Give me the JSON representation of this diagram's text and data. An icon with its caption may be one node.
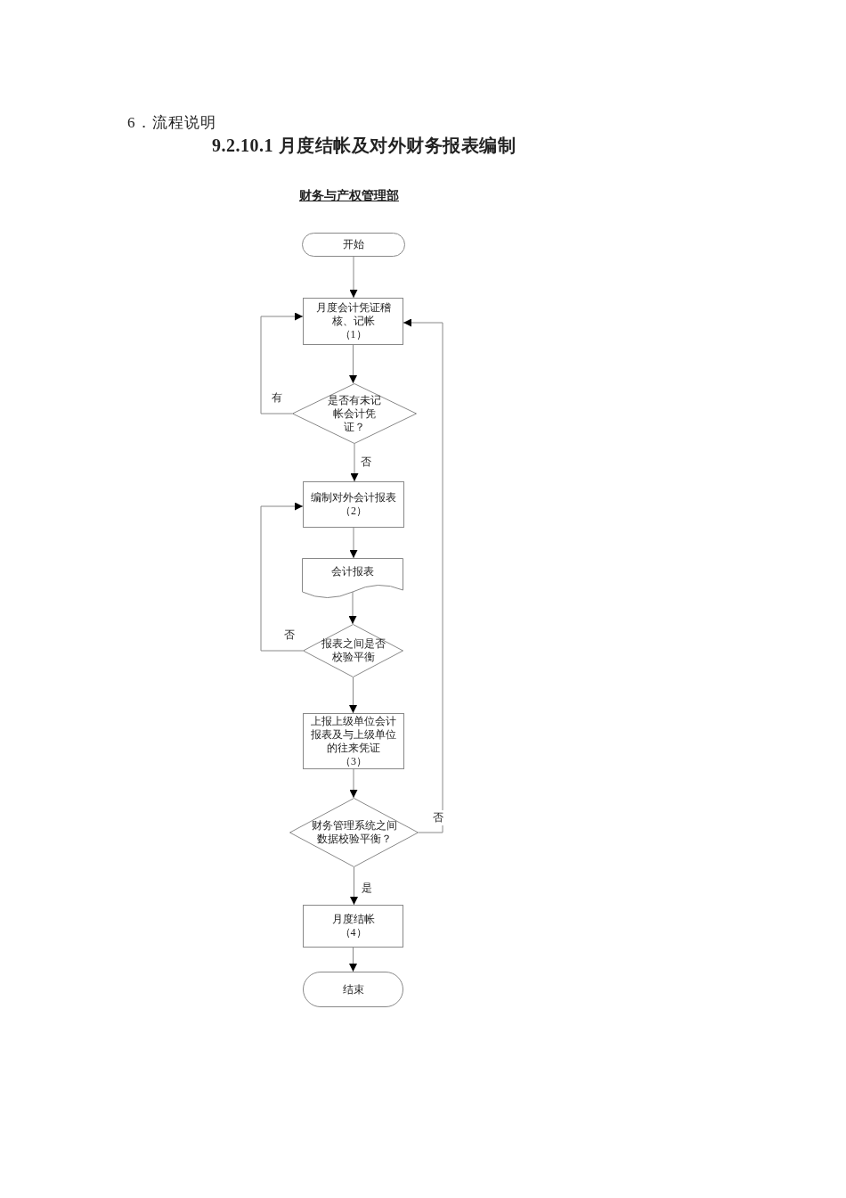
{
  "diagram": {
    "title": "9.2.10.1 月度结帐及对外财务报表编制",
    "nodes": [
      {
        "text": [
          "开始"
        ]
      },
      {
        "text": [
          "月度会计凭证稽核、记帐",
          "（1）"
        ]
      },
      {
        "text": [
          "是否有未记帐会计凭证？"
        ]
      },
      {
        "text": [
          "编制对外会计报表",
          "（2）"
        ]
      },
      {
        "text": [
          "会计报表"
        ]
      },
      {
        "text": [
          "报表之间是否校验平衡"
        ]
      },
      {
        "text": [
          "上报上级单位会计报表及与上级单位的往来凭证",
          "（3）"
        ]
      },
      {
        "text": [
          "财务管理系统之间数据校验平衡？"
        ]
      },
      {
        "text": [
          "月度结帐",
          "（4）"
        ]
      },
      {
        "text": [
          "结束"
        ]
      }
    ],
    "edges": [
      {
        "from": 0,
        "to": 1,
        "arrow": "to"
      },
      {
        "from": 1,
        "to": 2,
        "arrow": "to"
      },
      {
        "from": 2,
        "to": 3,
        "arrow": "to",
        "label": "否"
      },
      {
        "from": 2,
        "to": 1,
        "arrow": "to",
        "label": "有"
      },
      {
        "from": 3,
        "to": 4,
        "arrow": "to"
      },
      {
        "from": 4,
        "to": 5,
        "arrow": "to"
      },
      {
        "from": 5,
        "to": 3,
        "arrow": "to",
        "label": "否"
      },
      {
        "from": 5,
        "to": 6,
        "arrow": "to"
      },
      {
        "from": 6,
        "to": 7,
        "arrow": "to"
      },
      {
        "from": 7,
        "to": 1,
        "arrow": "to",
        "label": "否"
      },
      {
        "from": 7,
        "to": 8,
        "arrow": "to",
        "label": "是"
      },
      {
        "from": 8,
        "to": 9,
        "arrow": "to"
      }
    ],
    "labels": [
      "6．流程说明",
      "财务与产权管理部"
    ]
  }
}
